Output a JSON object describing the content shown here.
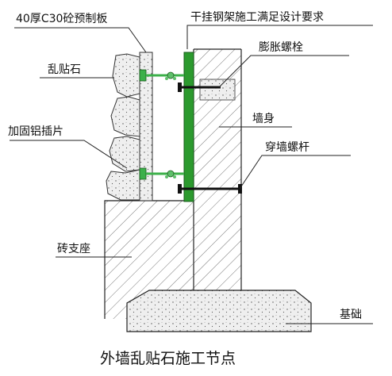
{
  "labels": {
    "panel": "40厚C30砼预制板",
    "requirement": "干挂钢架施工满足设计要求",
    "stone": "乱贴石",
    "expansion_bolt": "膨胀螺栓",
    "wall": "墙身",
    "clip": "加固铝插片",
    "through_bolt": "穿墙螺杆",
    "brick_base": "砖支座",
    "foundation": "基础"
  },
  "caption": "外墙乱贴石施工节点",
  "colors": {
    "steel": "#2c9a2e",
    "anchor": "#3cb04a",
    "bolt": "#111111",
    "hatch": "#555555",
    "concrete": "#d9d9d9"
  }
}
